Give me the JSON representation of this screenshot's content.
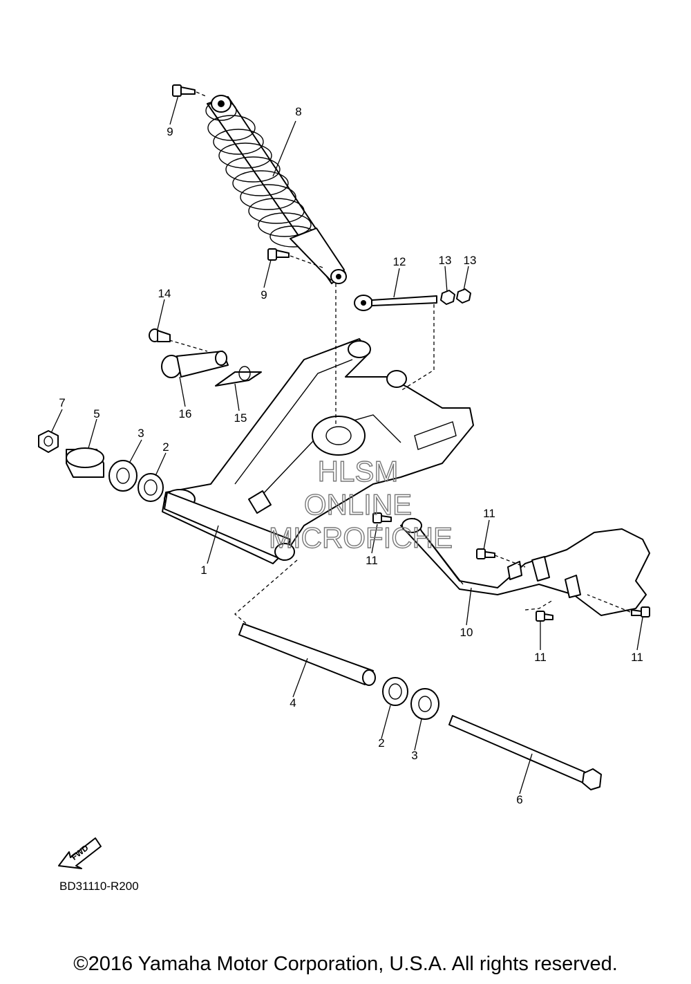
{
  "diagram": {
    "callouts": [
      "1",
      "2",
      "2",
      "3",
      "3",
      "4",
      "5",
      "6",
      "7",
      "8",
      "9",
      "9",
      "10",
      "11",
      "11",
      "11",
      "11",
      "12",
      "13",
      "13",
      "14",
      "15",
      "16"
    ],
    "drawing_code": "BD31110-R200",
    "fwd_label": "FWD",
    "watermark": [
      "HLSM",
      "ONLINE",
      "MICROFICHE"
    ]
  },
  "footer": {
    "copyright": "©2016 Yamaha Motor Corporation, U.S.A. All rights reserved."
  }
}
